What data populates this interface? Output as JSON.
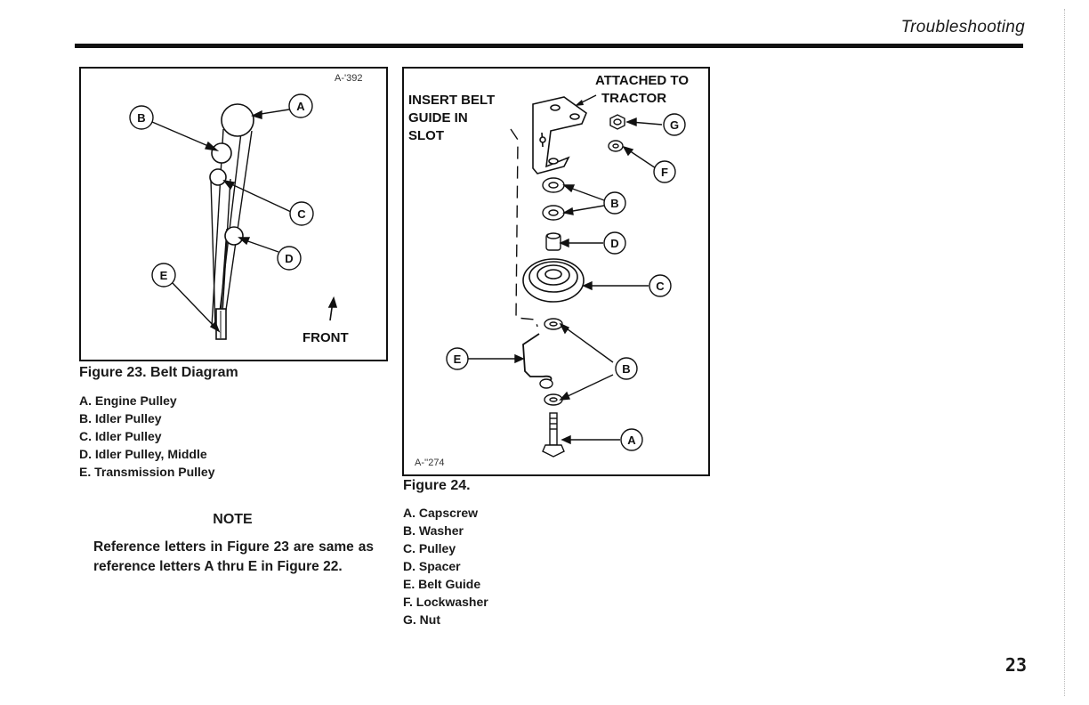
{
  "header": {
    "title": "Troubleshooting"
  },
  "figure23": {
    "code": "A-'392",
    "front_label": "FRONT",
    "callouts": [
      "A",
      "B",
      "C",
      "D",
      "E"
    ],
    "caption": "Figure 23. Belt Diagram",
    "legend": [
      "A. Engine Pulley",
      "B. Idler Pulley",
      "C. Idler Pulley",
      "D. Idler Pulley, Middle",
      "E. Transmission Pulley"
    ]
  },
  "figure24": {
    "code": "A-''274",
    "label_insert": [
      "INSERT BELT",
      "GUIDE IN",
      "SLOT"
    ],
    "label_attached": [
      "ATTACHED TO",
      "TRACTOR"
    ],
    "callouts": [
      "G",
      "F",
      "B",
      "D",
      "C",
      "E",
      "B",
      "A"
    ],
    "caption": "Figure 24.",
    "legend": [
      "A. Capscrew",
      "B. Washer",
      "C. Pulley",
      "D. Spacer",
      "E. Belt Guide",
      "F. Lockwasher",
      "G. Nut"
    ]
  },
  "note": {
    "title": "NOTE",
    "body": "Reference letters in Figure 23 are same as reference letters A thru E in Figure 22."
  },
  "page_number": "23"
}
